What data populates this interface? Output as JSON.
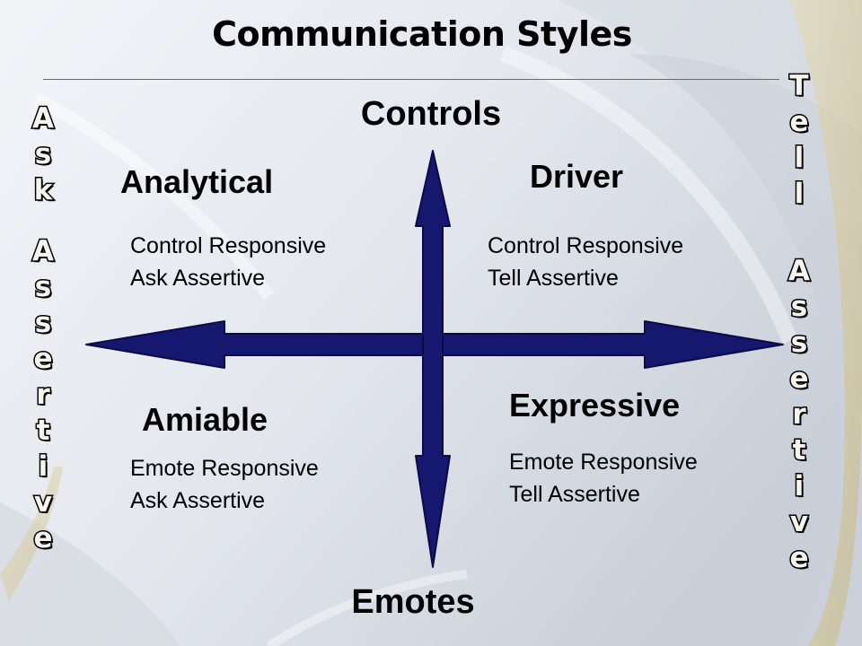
{
  "slide": {
    "title": "Communication Styles",
    "axis_top": "Controls",
    "axis_bottom": "Emotes",
    "left_vertical": [
      "A",
      "s",
      "k",
      "",
      "A",
      "s",
      "s",
      "e",
      "r",
      "t",
      "i",
      "v",
      "e"
    ],
    "right_vertical": [
      "T",
      "e",
      "l",
      "l",
      "",
      "A",
      "s",
      "s",
      "e",
      "r",
      "t",
      "i",
      "v",
      "e"
    ],
    "quadrants": {
      "analytical": {
        "title": "Analytical",
        "line1": "Control Responsive",
        "line2": "Ask Assertive"
      },
      "driver": {
        "title": "Driver",
        "line1": "Control Responsive",
        "line2": "Tell Assertive"
      },
      "amiable": {
        "title": "Amiable",
        "line1": "Emote Responsive",
        "line2": "Ask Assertive"
      },
      "expressive": {
        "title": "Expressive",
        "line1": "Emote Responsive",
        "line2": "Tell Assertive"
      }
    },
    "colors": {
      "arrow_fill": "#16176e",
      "arrow_stroke": "#0a0a45",
      "vertical_letter_fill": "#f7f4ee",
      "vertical_letter_stroke": "#000000",
      "background": "#e9ecf2"
    }
  }
}
